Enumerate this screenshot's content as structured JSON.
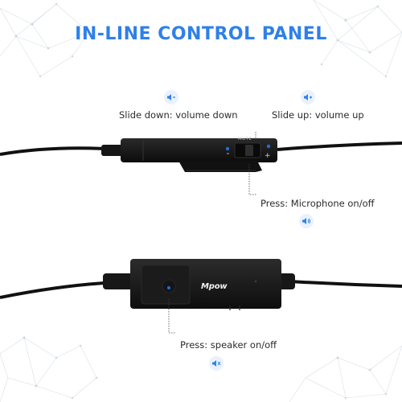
{
  "title": "IN-LINE CONTROL PANEL",
  "labels": {
    "volume_down": "Slide down: volume down",
    "volume_up": "Slide up: volume up",
    "microphone": "Press: Microphone on/off",
    "speaker": "Press: speaker on/off"
  },
  "device": {
    "mute_text": "MUTE",
    "logo": "Mpow"
  },
  "icons": {
    "volume_down": "speaker-minus-icon",
    "volume_up": "speaker-plus-icon",
    "microphone": "speaker-volume-icon",
    "speaker": "speaker-mute-icon"
  },
  "colors": {
    "accent": "#2f80e8",
    "cable": "#111111",
    "device_body": "#1a1a1a",
    "text": "#2b2b2b"
  }
}
